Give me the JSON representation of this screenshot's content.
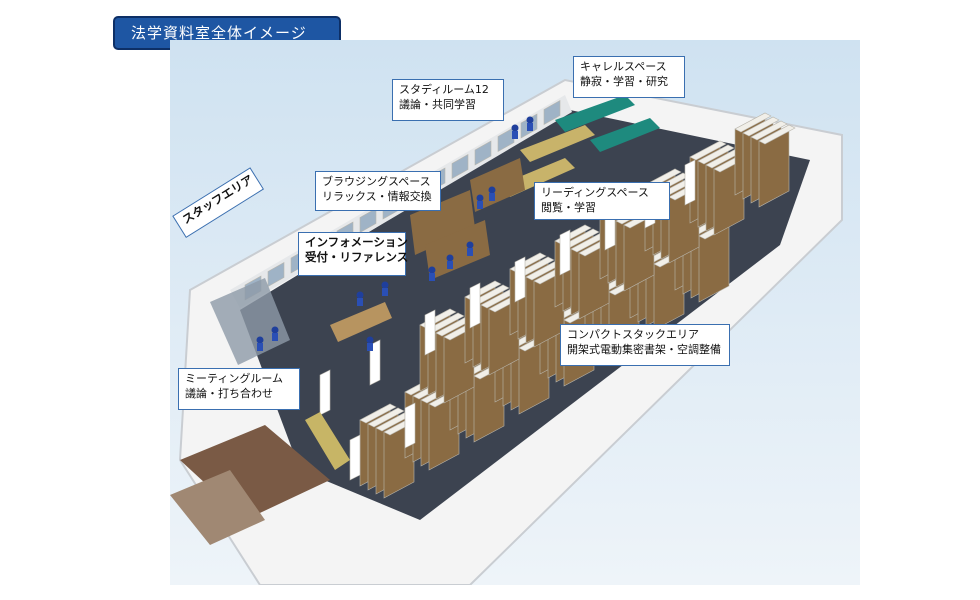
{
  "title": "法学資料室全体イメージ",
  "areas": [
    {
      "id": "carrel",
      "line1": "キャレルスペース",
      "line2": "静寂・学習・研究"
    },
    {
      "id": "study",
      "line1": "スタディルーム12",
      "line2": "議論・共同学習"
    },
    {
      "id": "browsing",
      "line1": "ブラウジングスペース",
      "line2": "リラックス・情報交換"
    },
    {
      "id": "reading",
      "line1": "リーディングスペース",
      "line2": "閲覧・学習"
    },
    {
      "id": "staff",
      "line1": "スタッフエリア",
      "line2": ""
    },
    {
      "id": "info",
      "line1": "インフォメーション",
      "line2": "受付・リファレンス"
    },
    {
      "id": "compact",
      "line1": "コンパクトスタックエリア",
      "line2": "開架式電動集密書架・空調整備"
    },
    {
      "id": "meeting",
      "line1": "ミーティングルーム",
      "line2": "議論・打ち合わせ"
    }
  ],
  "colors": {
    "banner": "#1e56a3",
    "callout_border": "#3a6fb0",
    "sky": "#dce9f3",
    "floor": "#3c4350",
    "shelf": "#e9e6df",
    "book": "#8a6b43"
  }
}
